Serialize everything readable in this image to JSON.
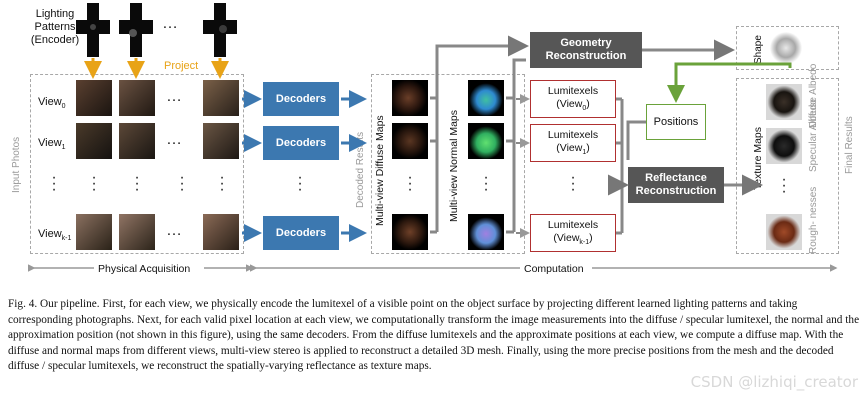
{
  "labels": {
    "lighting": "Lighting Patterns (Encoder)",
    "project": "Project",
    "input_photos": "Input Photos",
    "decoded_results": "Decoded Results",
    "final_results": "Final Results",
    "physical_acquisition": "Physical Acquisition",
    "computation": "Computation",
    "mv_diffuse": "Multi-view Diffuse Maps",
    "mv_normal": "Multi-view Normal Maps",
    "texture_maps": "Texture Maps",
    "shape": "Shape",
    "diffuse_albedo": "Diffuse Albedo",
    "specular_albedo": "Specular Albedo",
    "roughnesses": "Rough- nesses"
  },
  "views": [
    {
      "base": "View",
      "sub": "0"
    },
    {
      "base": "View",
      "sub": "1"
    },
    {
      "base": "View",
      "sub": "k-1"
    }
  ],
  "lumitexels": [
    {
      "title": "Lumitexels",
      "base": "View",
      "sub": "0"
    },
    {
      "title": "Lumitexels",
      "base": "View",
      "sub": "1"
    },
    {
      "title": "Lumitexels",
      "base": "View",
      "sub": "k-1"
    }
  ],
  "decoder_label": "Decoders",
  "geometry_label": "Geometry Reconstruction",
  "reflectance_label": "Reflectance Reconstruction",
  "positions_label": "Positions",
  "ellipsis_h": "…",
  "ellipsis_v": "⋮",
  "caption": "Fig. 4.  Our pipeline. First, for each view, we physically encode the lumitexel of a visible point on the object surface by projecting different learned lighting patterns and taking corresponding photographs. Next, for each valid pixel location at each view, we computationally transform the image measurements into the diffuse / specular lumitexel, the normal and the approximation position (not shown in this figure), using the same decoders. From the diffuse lumitexels and the approximate positions at each view, we compute a diffuse map. With the diffuse and normal maps from different views, multi-view stereo is applied to reconstruct a detailed 3D mesh. Finally, using the more precise positions from the mesh and the decoded diffuse / specular lumitexels, we reconstruct the spatially-varying reflectance as texture maps.",
  "watermark": "CSDN @lizhiqi_creator",
  "colors": {
    "decoder_blue": "#3c78b0",
    "dark_box": "#565656",
    "lumitexel_border": "#b03030",
    "positions_green": "#6aa23a",
    "project_orange": "#e8a317"
  }
}
